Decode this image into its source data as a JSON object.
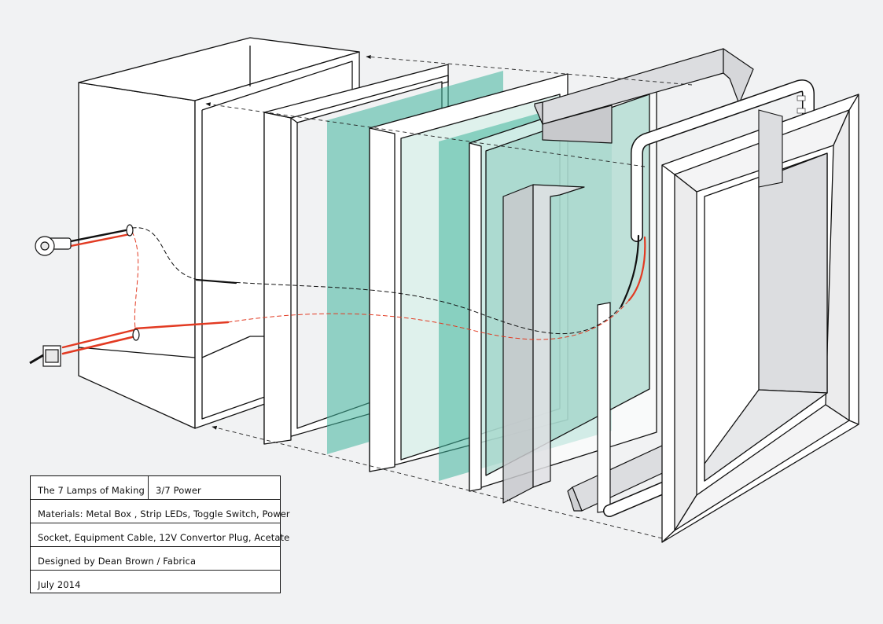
{
  "title_block": {
    "project": "The 7 Lamps of Making",
    "number": "3/7 Power",
    "materials_line_1": "Materials: Metal Box , Strip LEDs, Toggle Switch, Power",
    "materials_line_2": "Socket, Equipment Cable, 12V Convertor Plug, Acetate",
    "designer": "Designed by Dean Brown / Fabrica",
    "date": "July 2014"
  },
  "colors": {
    "background": "#f1f2f3",
    "outline": "#111111",
    "acetate": "#3fb59c",
    "wire_live": "#e23a22",
    "wire_neutral": "#111111"
  },
  "icons": [
    "power-socket-icon",
    "toggle-switch-icon",
    "led-strip-icon"
  ]
}
